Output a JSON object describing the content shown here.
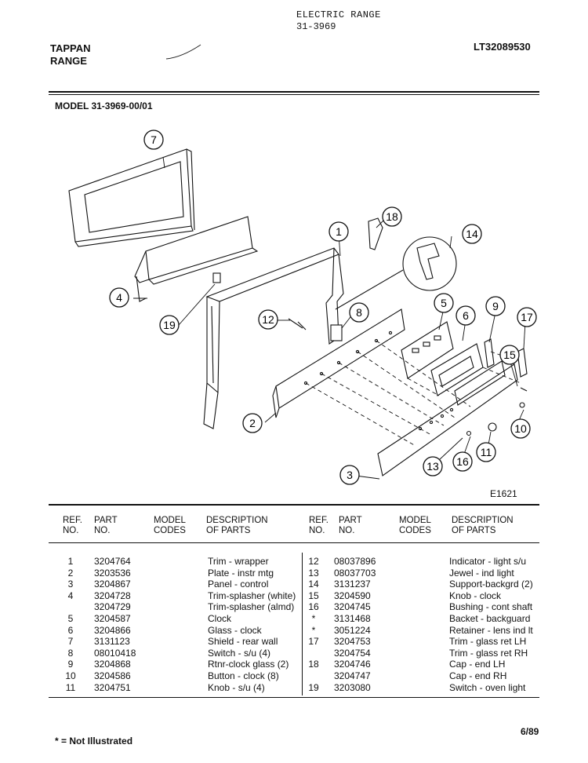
{
  "header": {
    "title": "ELECTRIC RANGE",
    "number": "31-3969",
    "brand_line1": "TAPPAN",
    "brand_line2": "RANGE",
    "part_number": "LT32089530"
  },
  "model_label": "MODEL 31-3969-00/01",
  "figure_code": "E1621",
  "diagram_callouts": [
    "1",
    "2",
    "3",
    "4",
    "5",
    "6",
    "7",
    "8",
    "9",
    "10",
    "11",
    "12",
    "13",
    "14",
    "15",
    "16",
    "17",
    "18",
    "19"
  ],
  "table": {
    "headers": {
      "ref": [
        "REF.",
        "NO."
      ],
      "part": [
        "PART",
        "NO."
      ],
      "model": [
        "MODEL",
        "CODES"
      ],
      "desc": [
        "DESCRIPTION",
        "OF PARTS"
      ]
    },
    "left": [
      {
        "ref": "1",
        "part": "3204764",
        "desc": "Trim - wrapper"
      },
      {
        "ref": "2",
        "part": "3203536",
        "desc": "Plate - instr mtg"
      },
      {
        "ref": "3",
        "part": "3204867",
        "desc": "Panel - control"
      },
      {
        "ref": "4",
        "part": "3204728",
        "desc": "Trim-splasher (white)"
      },
      {
        "ref": "",
        "part": "3204729",
        "desc": "Trim-splasher (almd)"
      },
      {
        "ref": "5",
        "part": "3204587",
        "desc": "Clock"
      },
      {
        "ref": "6",
        "part": "3204866",
        "desc": "Glass - clock"
      },
      {
        "ref": "7",
        "part": "3131123",
        "desc": "Shield - rear wall"
      },
      {
        "ref": "8",
        "part": "08010418",
        "desc": "Switch - s/u (4)"
      },
      {
        "ref": "9",
        "part": "3204868",
        "desc": "Rtnr-clock glass (2)"
      },
      {
        "ref": "10",
        "part": "3204586",
        "desc": "Button - clock (8)"
      },
      {
        "ref": "11",
        "part": "3204751",
        "desc": "Knob - s/u (4)"
      }
    ],
    "right": [
      {
        "ref": "12",
        "part": "08037896",
        "desc": "Indicator - light s/u"
      },
      {
        "ref": "13",
        "part": "08037703",
        "desc": "Jewel - ind light"
      },
      {
        "ref": "14",
        "part": "3131237",
        "desc": "Support-backgrd (2)"
      },
      {
        "ref": "15",
        "part": "3204590",
        "desc": "Knob - clock"
      },
      {
        "ref": "16",
        "part": "3204745",
        "desc": "Bushing - cont shaft"
      },
      {
        "ref": "*",
        "part": "3131468",
        "desc": "Backet - backguard"
      },
      {
        "ref": "*",
        "part": "3051224",
        "desc": "Retainer - lens ind lt"
      },
      {
        "ref": "17",
        "part": "3204753",
        "desc": "Trim - glass ret LH"
      },
      {
        "ref": "",
        "part": "3204754",
        "desc": "Trim - glass ret RH"
      },
      {
        "ref": "18",
        "part": "3204746",
        "desc": "Cap - end LH"
      },
      {
        "ref": "",
        "part": "3204747",
        "desc": "Cap - end RH"
      },
      {
        "ref": "19",
        "part": "3203080",
        "desc": "Switch - oven light"
      }
    ]
  },
  "footer": {
    "date": "6/89",
    "footnote": "* = Not Illustrated"
  }
}
